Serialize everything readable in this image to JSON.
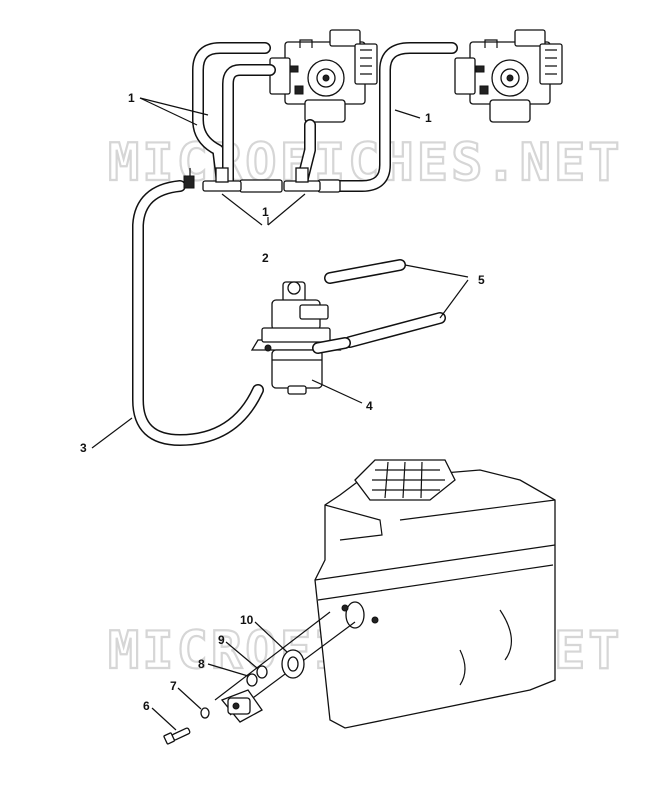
{
  "watermark": {
    "top": "MICROFICHES.NET",
    "bottom": "MICROFICHES.NET"
  },
  "callouts": {
    "c1_left": "1",
    "c1_right": "1",
    "c1_center": "1",
    "c2": "2",
    "c3": "3",
    "c4": "4",
    "c5": "5",
    "c6": "6",
    "c7": "7",
    "c8": "8",
    "c9": "9",
    "c10": "10"
  }
}
